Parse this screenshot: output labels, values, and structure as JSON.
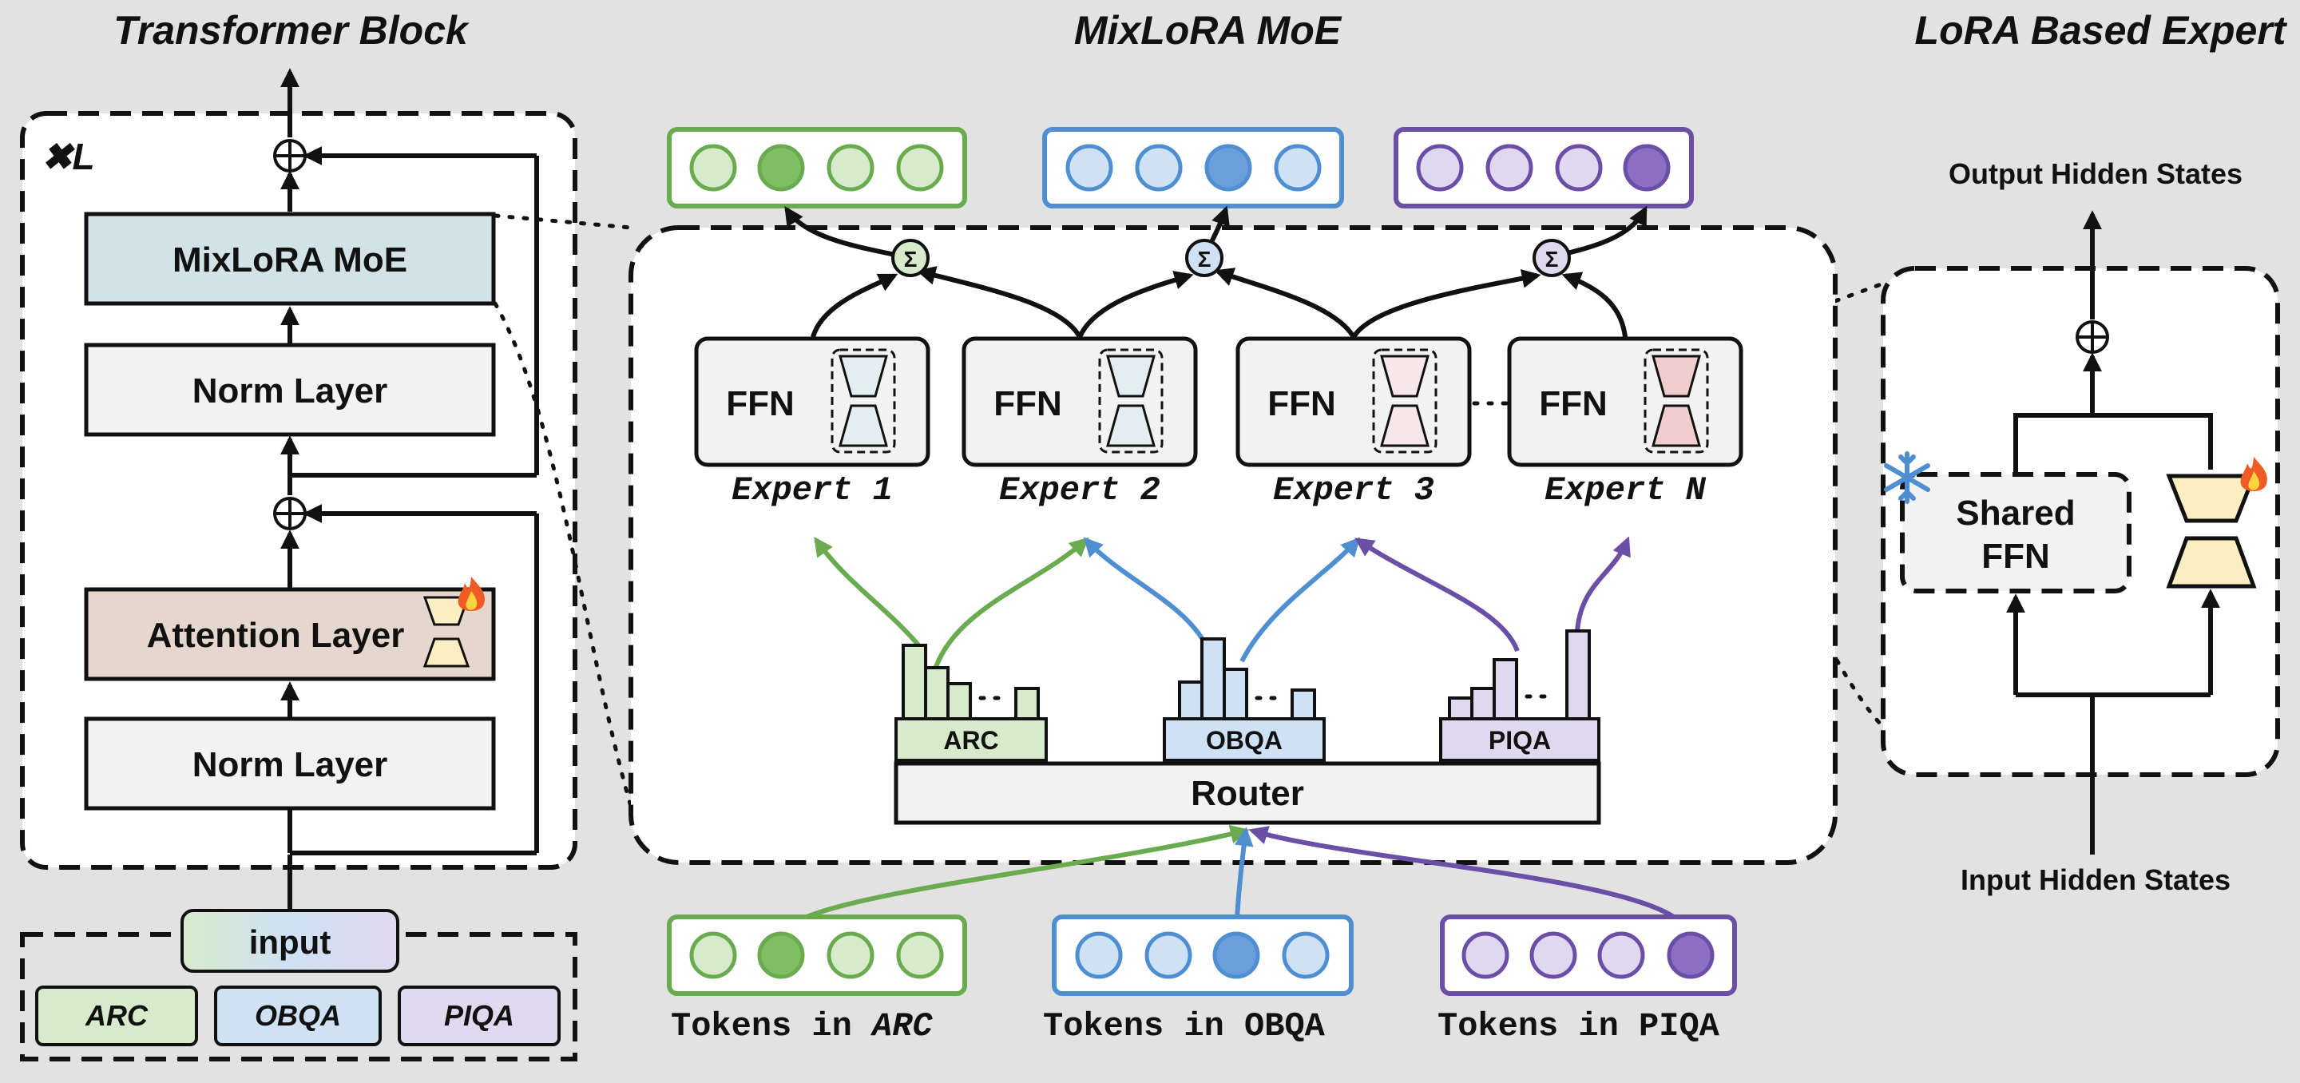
{
  "titles": {
    "transformer_block": "Transformer Block",
    "moe": "MixLoRA MoE",
    "lora_expert": "LoRA Based Expert"
  },
  "transformer": {
    "repeat_label": "✖L",
    "mixlora": "MixLoRA MoE",
    "norm_top": "Norm Layer",
    "attention": "Attention Layer",
    "norm_bottom": "Norm Layer",
    "input": "input",
    "datasets": [
      "ARC",
      "OBQA",
      "PIQA"
    ]
  },
  "moe": {
    "sum_symbol": "Σ",
    "ffn_label": "FFN",
    "experts": [
      "Expert 1",
      "Expert 2",
      "Expert 3",
      "Expert N"
    ],
    "router": "Router",
    "histogram_labels": [
      "ARC",
      "OBQA",
      "PIQA"
    ],
    "token_prefix": "Tokens in ",
    "token_datasets": [
      "ARC",
      "OBQA",
      "PIQA"
    ]
  },
  "lora": {
    "output": "Output Hidden States",
    "shared_line1": "Shared",
    "shared_line2": "FFN",
    "input": "Input Hidden States"
  },
  "colors": {
    "green": "#6aab4f",
    "green_fill": "#d7ebcc",
    "green_dark": "#7fbf63",
    "blue": "#4f8fd1",
    "blue_fill": "#cfe1f4",
    "blue_dark": "#6a9fdc",
    "purple": "#6b4ea6",
    "purple_fill": "#e0d8ee",
    "purple_dark": "#8c6fc2",
    "mixlora_fill": "#d2e3e8",
    "attention_fill": "#e6d7ce",
    "norm_fill": "#f2f2f2",
    "lora_fill": "#fbeec2",
    "pink_fill": "#f7e6ea",
    "pink_dark": "#f1cdcd"
  },
  "icons": [
    "fire-icon",
    "snowflake-icon",
    "plus-circle-icon",
    "sigma-icon"
  ]
}
